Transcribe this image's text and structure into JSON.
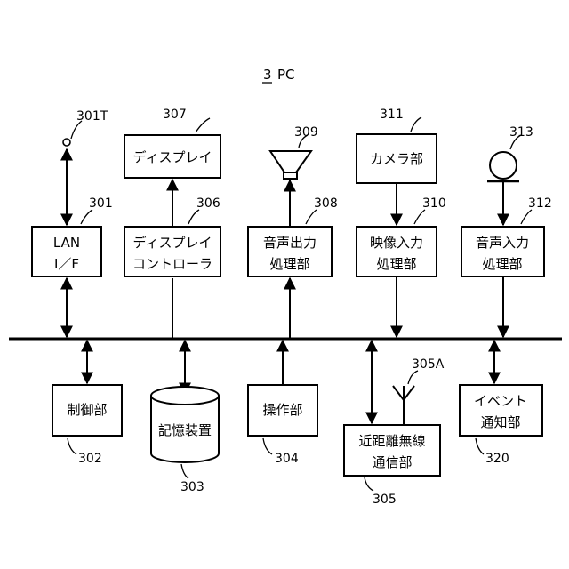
{
  "title": {
    "number": "3",
    "label": "PC"
  },
  "blocks": {
    "lan": {
      "line1": "LAN",
      "line2": "I／F",
      "ref": "301"
    },
    "antenna_lan": {
      "ref": "301T"
    },
    "display": {
      "label": "ディスプレイ",
      "ref": "307"
    },
    "display_controller": {
      "line1": "ディスプレイ",
      "line2": "コントローラ",
      "ref": "306"
    },
    "speaker": {
      "ref": "309"
    },
    "audio_out": {
      "line1": "音声出力",
      "line2": "処理部",
      "ref": "308"
    },
    "camera": {
      "label": "カメラ部",
      "ref": "311"
    },
    "video_in": {
      "line1": "映像入力",
      "line2": "処理部",
      "ref": "310"
    },
    "microphone": {
      "ref": "313"
    },
    "audio_in": {
      "line1": "音声入力",
      "line2": "処理部",
      "ref": "312"
    },
    "control": {
      "label": "制御部",
      "ref": "302"
    },
    "storage": {
      "label": "記憶装置",
      "ref": "303"
    },
    "operation": {
      "label": "操作部",
      "ref": "304"
    },
    "nfc": {
      "line1": "近距離無線",
      "line2": "通信部",
      "ref": "305"
    },
    "antenna_nfc": {
      "ref": "305A"
    },
    "event": {
      "line1": "イベント",
      "line2": "通知部",
      "ref": "320"
    }
  }
}
